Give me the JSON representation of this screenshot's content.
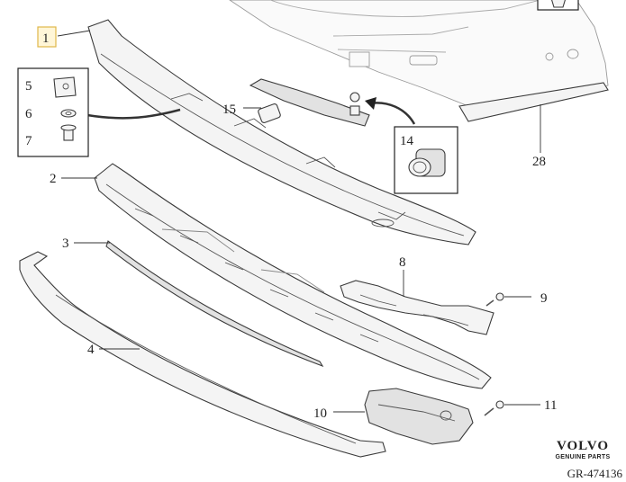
{
  "callouts": [
    {
      "id": "1",
      "label": "1"
    },
    {
      "id": "2",
      "label": "2"
    },
    {
      "id": "3",
      "label": "3"
    },
    {
      "id": "4",
      "label": "4"
    },
    {
      "id": "5",
      "label": "5"
    },
    {
      "id": "6",
      "label": "6"
    },
    {
      "id": "7",
      "label": "7"
    },
    {
      "id": "8",
      "label": "8"
    },
    {
      "id": "9",
      "label": "9"
    },
    {
      "id": "10",
      "label": "10"
    },
    {
      "id": "11",
      "label": "11"
    },
    {
      "id": "14",
      "label": "14"
    },
    {
      "id": "15",
      "label": "15"
    },
    {
      "id": "28",
      "label": "28"
    }
  ],
  "brand": {
    "name": "VOLVO",
    "tagline": "GENUINE PARTS"
  },
  "reference": "GR-474136",
  "colors": {
    "highlight": "#e0b84a",
    "line": "#3a3a3a"
  }
}
